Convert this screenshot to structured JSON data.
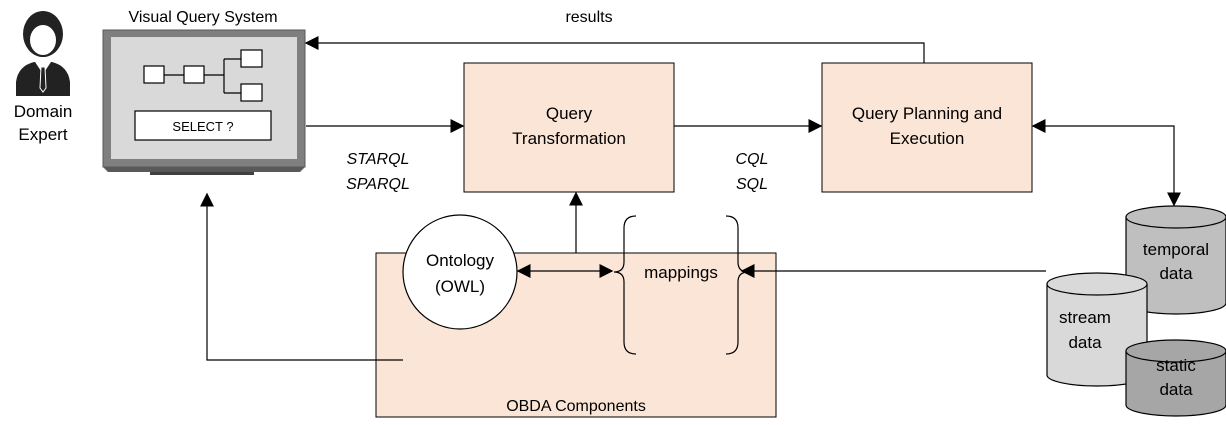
{
  "user": {
    "line1": "Domain",
    "line2": "Expert"
  },
  "vqs": {
    "title": "Visual Query System",
    "select_text": "SELECT ?"
  },
  "arrows": {
    "results": "results",
    "vqs_to_qt_line1": "STARQL",
    "vqs_to_qt_line2": "SPARQL",
    "qt_to_qpe_line1": "CQL",
    "qt_to_qpe_line2": "SQL"
  },
  "query_transformation": {
    "line1": "Query",
    "line2": "Transformation"
  },
  "query_planning": {
    "line1": "Query Planning and",
    "line2": "Execution"
  },
  "obda": {
    "caption": "OBDA Components",
    "ontology_line1": "Ontology",
    "ontology_line2": "(OWL)",
    "mappings": "mappings"
  },
  "databases": {
    "temporal_line1": "temporal",
    "temporal_line2": "data",
    "stream_line1": "stream",
    "stream_line2": "data",
    "static_line1": "static",
    "static_line2": "data"
  },
  "colors": {
    "box_fill": "#fbe5d6",
    "db_temporal": "#bfbfbf",
    "db_stream": "#d9d9d9",
    "db_static": "#a6a6a6"
  }
}
